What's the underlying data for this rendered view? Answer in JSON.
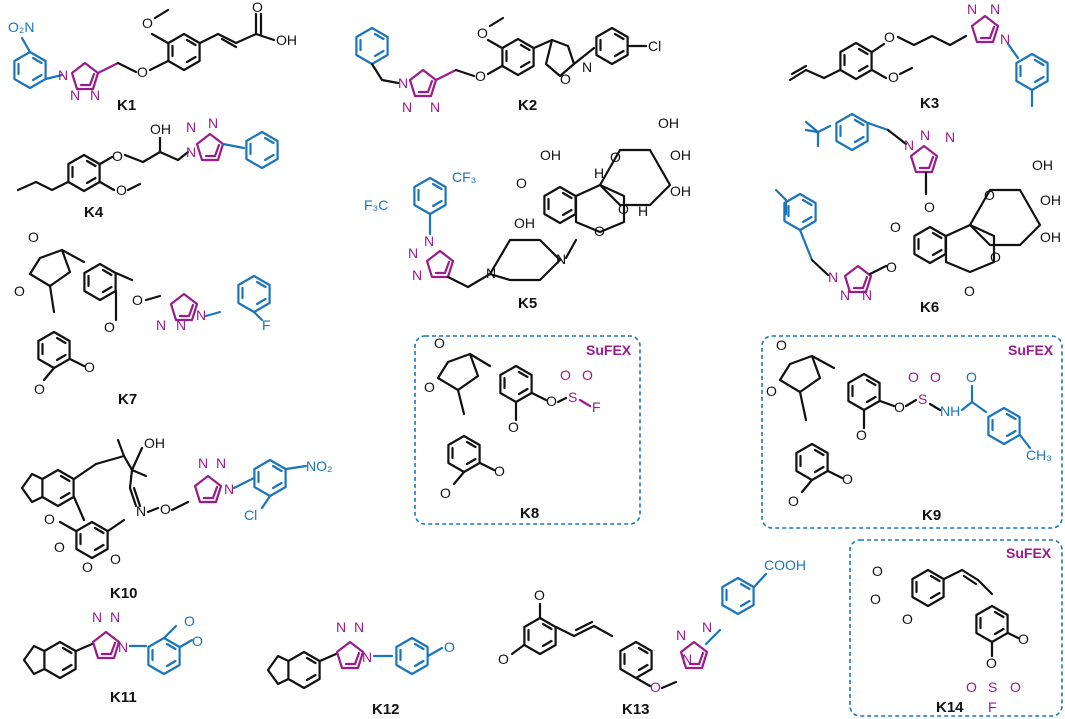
{
  "compounds": [
    {
      "id": "K1"
    },
    {
      "id": "K2"
    },
    {
      "id": "K3"
    },
    {
      "id": "K4"
    },
    {
      "id": "K5"
    },
    {
      "id": "K6"
    },
    {
      "id": "K7"
    },
    {
      "id": "K8"
    },
    {
      "id": "K9"
    },
    {
      "id": "K10"
    },
    {
      "id": "K11"
    },
    {
      "id": "K12"
    },
    {
      "id": "K13"
    },
    {
      "id": "K14"
    }
  ],
  "tags": {
    "sufex": "SuFEX"
  },
  "atoms": {
    "O": "O",
    "N": "N",
    "S": "S",
    "F": "F",
    "Cl": "Cl",
    "H": "H",
    "OH": "OH",
    "O2N": "O₂N",
    "NO2": "NO₂",
    "CF3": "CF₃",
    "F3C": "F₃C",
    "CH3": "CH₃",
    "COOH": "COOH",
    "NH": "NH"
  },
  "colors": {
    "core": "#111111",
    "triazole": "#9b1b8d",
    "substituent": "#1a75bb"
  }
}
